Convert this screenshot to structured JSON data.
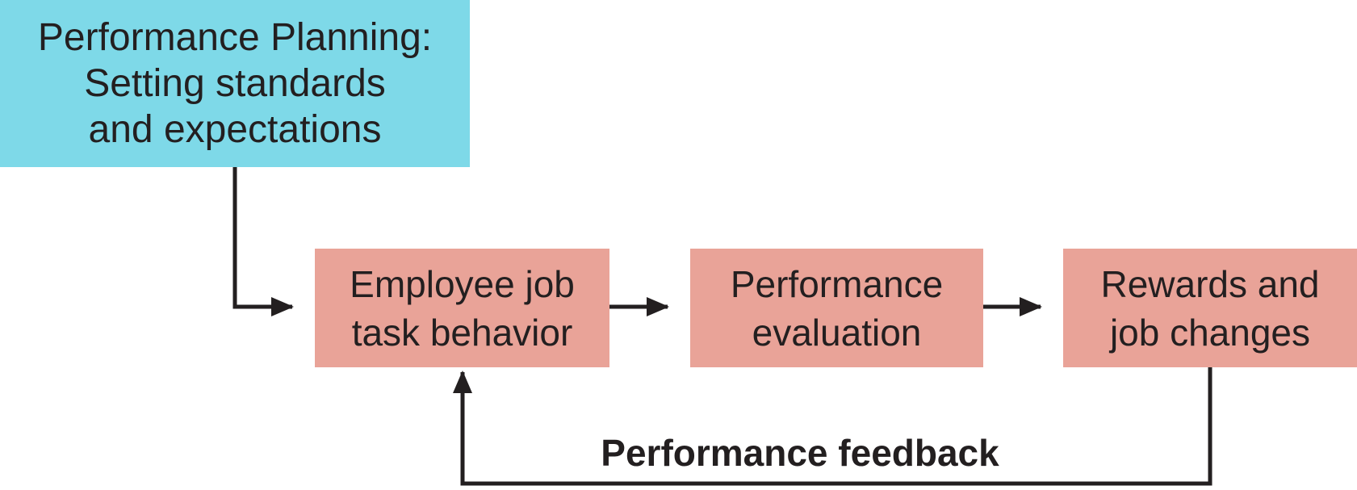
{
  "title": "Performance planning and appraisal cycle flowchart",
  "colors": {
    "planning_box_fill": "#7ed9e8",
    "process_box_fill": "#e9a398",
    "line": "#231f20",
    "text": "#231f20",
    "background": "#ffffff"
  },
  "boxes": {
    "planning": {
      "label": "Performance Planning:\nSetting standards\nand expectations"
    },
    "behavior": {
      "label": "Employee job\ntask behavior"
    },
    "evaluation": {
      "label": "Performance\nevaluation"
    },
    "rewards": {
      "label": "Rewards and\njob changes"
    }
  },
  "arrows": {
    "feedback_label": "Performance feedback"
  }
}
